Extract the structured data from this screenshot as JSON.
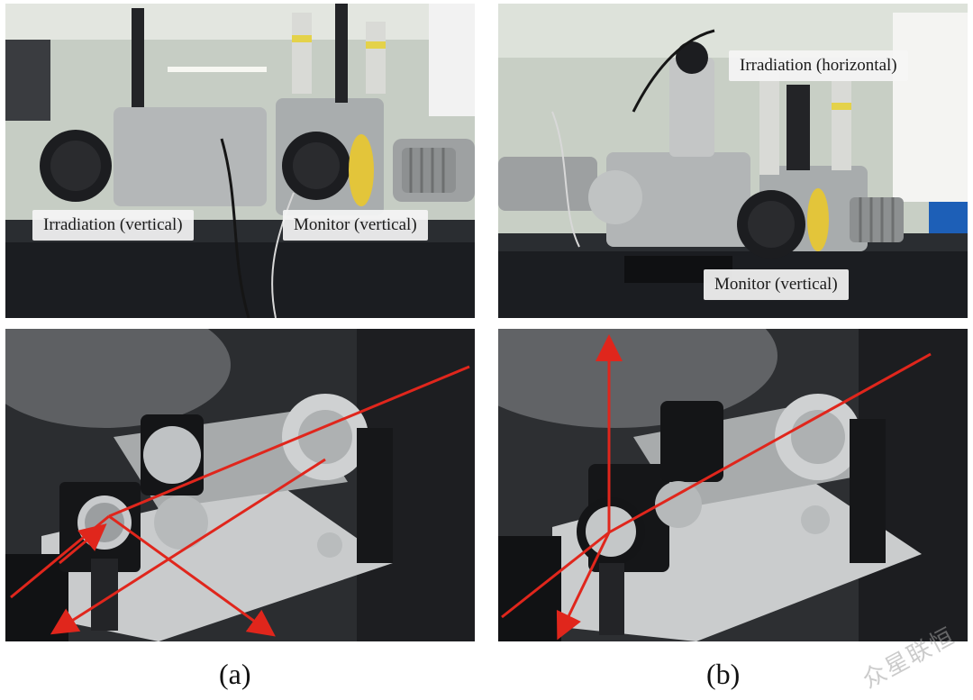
{
  "figure": {
    "panel_a": {
      "caption": "(a)",
      "top_labels": {
        "irradiation": "Irradiation (vertical)",
        "monitor": "Monitor (vertical)"
      }
    },
    "panel_b": {
      "caption": "(b)",
      "top_labels": {
        "irradiation": "Irradiation (horizontal)",
        "monitor": "Monitor (vertical)"
      }
    },
    "watermark": "众星联恒"
  },
  "colors": {
    "beam": "#e0261c",
    "lab_wall": "#c9d1c6",
    "table": "#1a1c20",
    "chamber": "#b9bcbe",
    "closeup_bg": "#2b2d30"
  },
  "icons": [
    "laser-beam-arrow-icon",
    "mirror-mount-icon",
    "vacuum-chamber-icon"
  ]
}
